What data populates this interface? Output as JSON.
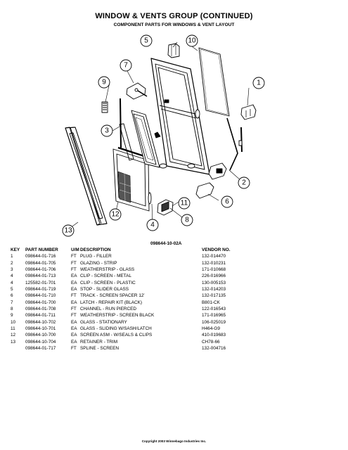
{
  "header": {
    "title": "WINDOW & VENTS GROUP (CONTINUED)",
    "subtitle": "COMPONENT PARTS FOR WINDOWS & VENT LAYOUT"
  },
  "diagram": {
    "callouts": [
      "1",
      "2",
      "3",
      "4",
      "5",
      "6",
      "7",
      "8",
      "9",
      "10",
      "11",
      "12",
      "13"
    ]
  },
  "parts_list": {
    "drawing_number": "098644-10-02A",
    "columns": [
      "KEY",
      "PART NUMBER",
      "U/M",
      "DESCRIPTION",
      "VENDOR NO."
    ],
    "rows": [
      {
        "key": "1",
        "part": "098644-01-716",
        "um": "FT",
        "desc": "PLUG - FILLER",
        "vendor": "132-014470"
      },
      {
        "key": "2",
        "part": "098644-01-705",
        "um": "FT",
        "desc": "GLAZING - STRIP",
        "vendor": "132-010231"
      },
      {
        "key": "3",
        "part": "098644-01-706",
        "um": "FT",
        "desc": "WEATHERSTRIP - GLASS",
        "vendor": "171-010668"
      },
      {
        "key": "4",
        "part": "098644-01-713",
        "um": "EA",
        "desc": "CLIP - SCREEN - METAL",
        "vendor": "226-016966"
      },
      {
        "key": "4",
        "part": "125582-01-701",
        "um": "EA",
        "desc": "CLIP - SCREEN - PLASTIC",
        "vendor": "130-005153"
      },
      {
        "key": "5",
        "part": "098644-01-719",
        "um": "EA",
        "desc": "STOP - SLIDER GLASS",
        "vendor": "132-014203"
      },
      {
        "key": "6",
        "part": "098644-01-710",
        "um": "FT",
        "desc": "TRACK - SCREEN SPACER 12'",
        "vendor": "132-017135"
      },
      {
        "key": "7",
        "part": "098644-01-700",
        "um": "EA",
        "desc": "LATCH - REPAIR KIT (BLACK)",
        "vendor": "B801-CK"
      },
      {
        "key": "8",
        "part": "098644-01-708",
        "um": "FT",
        "desc": "CHANNEL - RUN PIERCED",
        "vendor": "122-016543"
      },
      {
        "key": "9",
        "part": "098644-01-711",
        "um": "FT",
        "desc": "WEATHERSTRIP - SCREEN BLACK",
        "vendor": "171-016965"
      },
      {
        "key": "10",
        "part": "098644-10-702",
        "um": "EA",
        "desc": "GLASS - STATIONARY",
        "vendor": "106-025019"
      },
      {
        "key": "11",
        "part": "098644-10-701",
        "um": "EA",
        "desc": "GLASS - SLIDING W/SASH/LATCH",
        "vendor": "H464-G9"
      },
      {
        "key": "12",
        "part": "098644-10-700",
        "um": "EA",
        "desc": "SCREEN ASM - W/SEALS & CLIPS",
        "vendor": "410-019683"
      },
      {
        "key": "13",
        "part": "098644-10-704",
        "um": "EA",
        "desc": "RETAINER - TRIM",
        "vendor": "CH78-66"
      },
      {
        "key": "",
        "part": "098644-01-717",
        "um": "FT",
        "desc": "SPLINE - SCREEN",
        "vendor": "132-004716"
      }
    ]
  },
  "footer": {
    "copyright": "Copyright 2003 Winnebago Industries Inc."
  }
}
